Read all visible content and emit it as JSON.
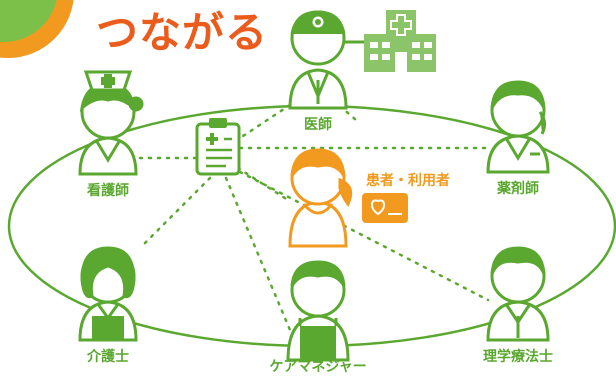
{
  "title": "つながる",
  "center": {
    "label": "患者・利用者"
  },
  "roles": {
    "doctor": "医師",
    "nurse": "看護師",
    "pharmacist": "薬剤師",
    "caregiver": "介護士",
    "care_manager": "ケアマネジャー",
    "physical_therapist": "理学療法士"
  },
  "icons": {
    "hospital": "hospital-icon",
    "clipboard": "medical-record-clipboard-icon",
    "card": "heart-card-icon"
  },
  "colors": {
    "green": "#5aa830",
    "light_green": "#8cc46a",
    "orange": "#f29a1f",
    "title": "#ea5b1c"
  }
}
